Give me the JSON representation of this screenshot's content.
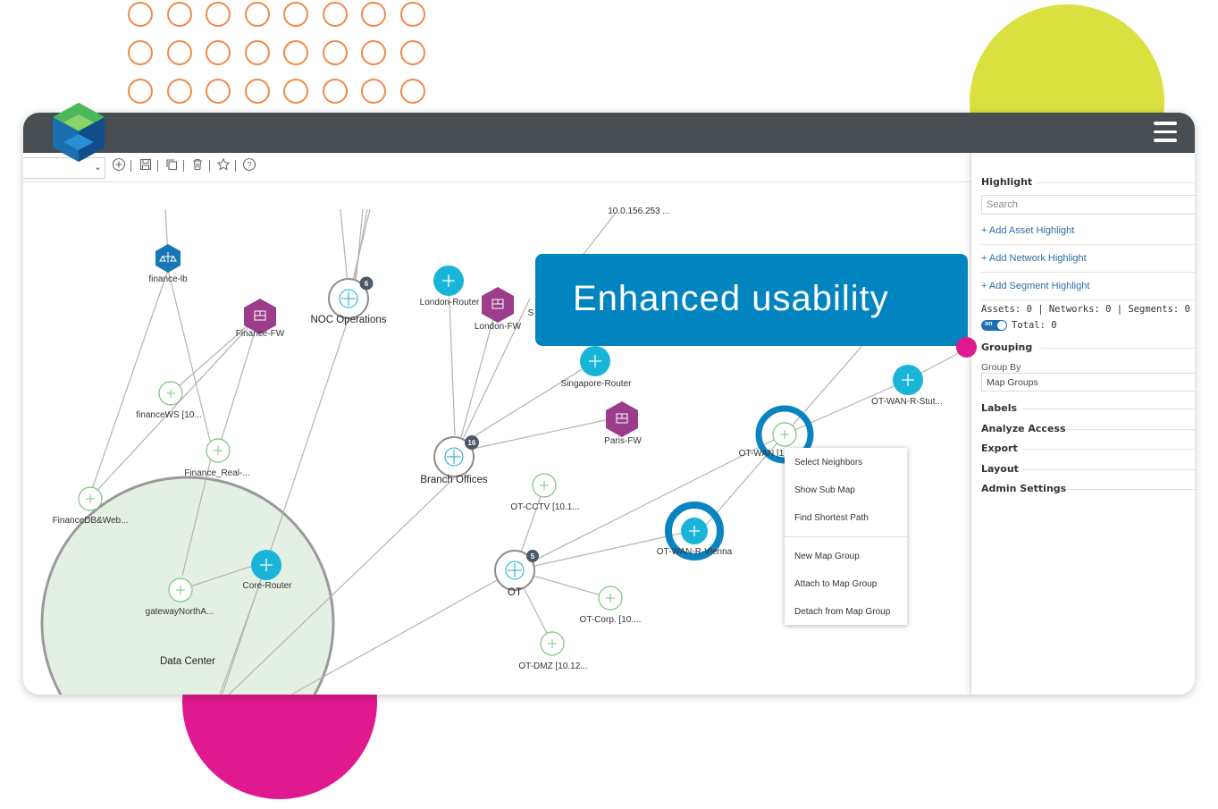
{
  "colors": {
    "orange_rings": "#ef8a4a",
    "yellow_blob": "#d9e03f",
    "magenta_blob": "#e0198f",
    "titlebar": "#474d51",
    "callout_bg": "#0284c0",
    "router_node": "#19b5d8",
    "firewall_node": "#9c3d8c",
    "lb_node": "#1976b5",
    "asset_node": "#7bc47f",
    "group_fill": "#e5f0e4",
    "badge": "#4a5a68",
    "highlight_ring": "#0a84c0",
    "link": "#2e6fa7"
  },
  "app": {
    "menu_icon": "hamburger-icon",
    "logo_icon": "brand-logo"
  },
  "toolbar": {
    "select_value": "",
    "icons": [
      "add-circle-icon",
      "save-icon",
      "copy-icon",
      "trash-icon",
      "star-icon",
      "help-icon"
    ]
  },
  "map": {
    "nodes": {
      "ip_top": "10.0.156.253 ...",
      "finance_lb": "finance-lb",
      "finance_fw": "Finance-FW",
      "noc": "NOC Operations",
      "noc_badge": "6",
      "london_router": "London-Router",
      "london_fw": "London-FW",
      "london_partial": "S",
      "singapore_router": "Singapore-Router",
      "paris_fw": "Paris-FW",
      "branch_offices": "Branch Offices",
      "branch_badge": "16",
      "finance_ws": "financeWS [10...",
      "finance_real": "Finance_Real-...",
      "finance_db": "FinanceDB&Web...",
      "core_router": "Core-Router",
      "gateway": "gatewayNorthA...",
      "data_center": "Data Center",
      "ot_cctv": "OT-CCTV [10.1...",
      "ot": "OT",
      "ot_badge": "5",
      "ot_corp": "OT-Corp. [10....",
      "ot_dmz": "OT-DMZ [10.12...",
      "ot_wan": "OT-WAN [1",
      "ot_wan_vienna": "OT-WAN-R-Vienna",
      "ot_wan_stut": "OT-WAN-R-Stut..."
    }
  },
  "context_menu": {
    "items": [
      "Select Neighbors",
      "Show Sub Map",
      "Find Shortest Path",
      "New Map Group",
      "Attach to Map Group",
      "Detach from Map Group"
    ]
  },
  "callout": {
    "text": "Enhanced usability"
  },
  "sidepanel": {
    "highlight_title": "Highlight",
    "search_placeholder": "Search",
    "add_asset": "+ Add Asset Highlight",
    "add_network": "+ Add Network Highlight",
    "add_segment": "+ Add Segment Highlight",
    "stats": "Assets: 0 | Networks: 0 | Segments: 0",
    "toggle_label": "on",
    "total": "Total: 0",
    "grouping_title": "Grouping",
    "group_by_label": "Group By",
    "group_by_value": "Map Groups",
    "labels_title": "Labels",
    "analyze_title": "Analyze Access",
    "export_title": "Export",
    "layout_title": "Layout",
    "admin_title": "Admin Settings"
  }
}
